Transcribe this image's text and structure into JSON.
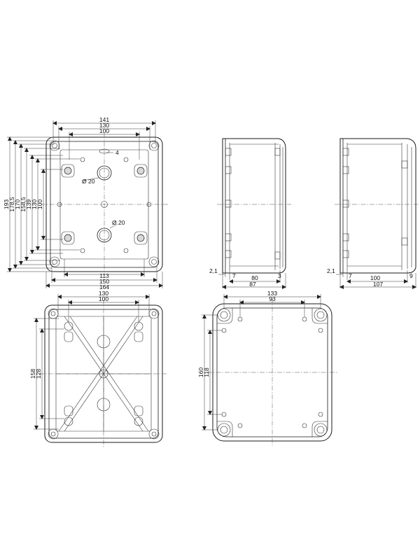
{
  "views": {
    "top": {
      "dims_horizontal": [
        "141",
        "130",
        "100",
        "113",
        "150",
        "164"
      ],
      "dims_vertical": [
        "193",
        "178,5",
        "170",
        "158,5",
        "139",
        "130",
        "100"
      ],
      "hole_small": "4",
      "hole_large_1": "Ø 20",
      "hole_large_2": "Ø 20"
    },
    "side_left": {
      "dims": [
        "2,1",
        "7",
        "80",
        "3",
        "87"
      ]
    },
    "side_right": {
      "dims": [
        "2,1",
        "7",
        "100",
        "9",
        "107"
      ]
    },
    "bottom_left": {
      "dims_horizontal": [
        "130",
        "100"
      ],
      "dims_vertical": [
        "158",
        "128"
      ]
    },
    "bottom_right": {
      "dims_horizontal": [
        "133",
        "93"
      ],
      "dims_vertical": [
        "160",
        "118"
      ]
    }
  }
}
